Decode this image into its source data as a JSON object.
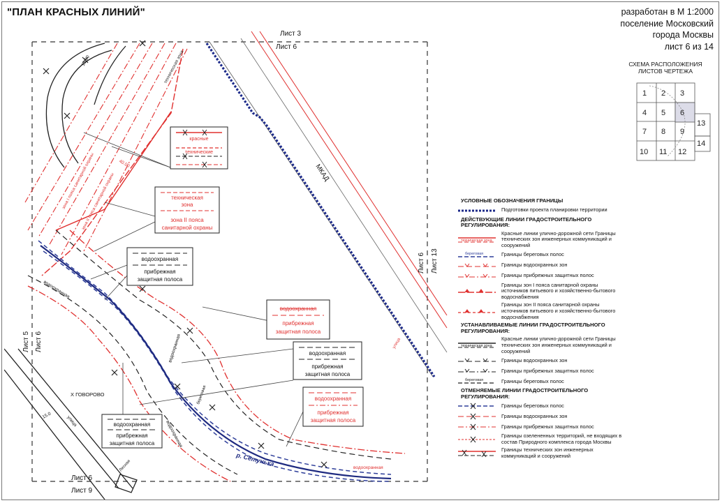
{
  "title": "\"ПЛАН КРАСНЫХ ЛИНИЙ\"",
  "info": {
    "line1": "разработан в М 1:2000",
    "line2": "поселение Московский",
    "line3": "города Москвы",
    "line4": "лист 6 из 14"
  },
  "scheme": {
    "title": "СХЕМА РАСПОЛОЖЕНИЯ ЛИСТОВ ЧЕРТЕЖА",
    "sheets": [
      "1",
      "2",
      "3",
      "4",
      "5",
      "6",
      "7",
      "8",
      "9",
      "10",
      "11",
      "12",
      "13",
      "14"
    ]
  },
  "map": {
    "sheet_top_a": "Лист 3",
    "sheet_top_b": "Лист 6",
    "sheet_left_a": "Лист 5",
    "sheet_left_b": "Лист 6",
    "sheet_right_a": "Лист 6",
    "sheet_right_b": "Лист 13",
    "sheet_bottom_a": "Лист 6",
    "sheet_bottom_b": "Лист 9",
    "road_label": "МКАД",
    "village_label": "Х ГОВОРОВО",
    "river_label": "р. Сетунька",
    "tech_zone_label": "техническая зона",
    "water_zone_label": "водоохранная",
    "width_label": "15.0",
    "width_label_2": "10.00",
    "width_label_3": "40.00",
    "street_label": "улица",
    "zone_i_label": "зона I пояса санитарной охраны",
    "zone_ii_label": "зона II пояса санитарной охраны",
    "coastal_label": "береговая",
    "bottom_label": "Лесная"
  },
  "callouts": {
    "c1": [
      "красные",
      "технические"
    ],
    "c2": [
      "техническая",
      "зона",
      "зона II пояса",
      "санитарной охраны"
    ],
    "c3": [
      "водоохранная",
      "прибрежная",
      "защитная полоса"
    ],
    "c4": [
      "водоохранная",
      "прибрежная",
      "защитная полоса"
    ],
    "c5": [
      "водоохранная",
      "прибрежная",
      "защитная полоса"
    ],
    "c6": [
      "водоохранная",
      "прибрежная",
      "защитная полоса"
    ],
    "c7": [
      "водоохранная",
      "прибрежная",
      "защитная полоса"
    ]
  },
  "legend": {
    "heading": "УСЛОВНЫЕ ОБОЗНАЧЕНИЯ ГРАНИЦЫ",
    "planning_boundary": "Подготовки проекта планировки территории",
    "section_current": "ДЕЙСТВУЮЩИЕ ЛИНИИ ГРАДОСТРОИТЕЛЬНОГО РЕГУЛИРОВАНИЯ:",
    "current_items": [
      "Красные линии улично-дорожной сети Границы технических зон инженерных коммуникаций и сооружений",
      "Границы береговых полос",
      "Границы водоохранных зон",
      "Границы прибрежных защитных полос",
      "Границы зон I пояса санитарной охраны источников питьевого и хозяйственно-бытового водоснабжения",
      "Границы зон II пояса санитарной охраны источников питьевого и хозяйственно-бытового водоснабжения"
    ],
    "current_sym_label_1": "техническая зона",
    "current_sym_label_2": "береговая",
    "section_new": "УСТАНАВЛИВАЕМЫЕ ЛИНИИ ГРАДОСТРОИТЕЛЬНОГО РЕГУЛИРОВАНИЯ:",
    "new_items": [
      "Красные линии улично-дорожной сети Границы технических зон инженерных коммуникаций и сооружений",
      "Границы водоохранных зон",
      "Границы прибрежных защитных полос",
      "Границы береговых полос"
    ],
    "new_sym_label_1": "техническая зона",
    "new_sym_label_2": "береговая",
    "section_cancel": "ОТМЕНЯЕМЫЕ ЛИНИИ ГРАДОСТРОИТЕЛЬНОГО РЕГУЛИРОВАНИЯ:",
    "cancel_items": [
      "Границы береговых полос",
      "Границы водоохранных зон",
      "Границы прибрежных защитных полос",
      "Границы озелененных территорий, не входящих в состав Природного комплекса города Москвы",
      "Границы технических зон инженерных коммуникаций и сооружений"
    ]
  },
  "colors": {
    "red": "#e0302f",
    "blue": "#2f3f9a",
    "dark": "#1a1a1a"
  }
}
